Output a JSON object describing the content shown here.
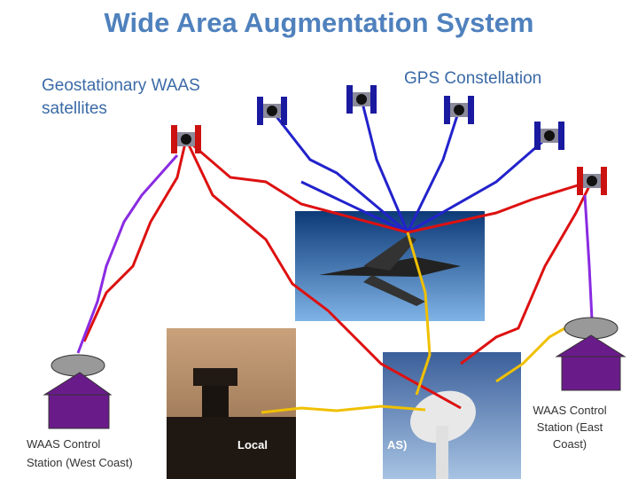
{
  "title": "Wide Area Augmentation System",
  "labels": {
    "geostationary_line1": "Geostationary WAAS",
    "geostationary_line2": "satellites",
    "gps_constellation": "GPS Constellation",
    "west_line1": "WAAS Control",
    "west_line2": "Station (West Coast)",
    "east_line1": "WAAS Control",
    "east_line2": "Station (East",
    "east_line3": "Coast)",
    "local_visible_head": "Local",
    "local_visible_tail": "AS)"
  },
  "colors": {
    "title": "#4f81bd",
    "label": "#3b6aa6",
    "gps_signal": "#2222cc",
    "waas_signal": "#dd1111",
    "uplink": "#8a2be2",
    "local_link": "#f0c000",
    "gps_satellite": "#1a1aa0",
    "waas_satellite": "#cc1111",
    "station_house": "#6a1b8a"
  },
  "icons": {
    "gps_satellite": "satellite-icon",
    "waas_satellite": "satellite-icon",
    "aircraft": "airplane-image",
    "control_station": "ground-station-icon",
    "control_tower": "control-tower-image",
    "dish_antenna": "dish-antenna-image"
  }
}
